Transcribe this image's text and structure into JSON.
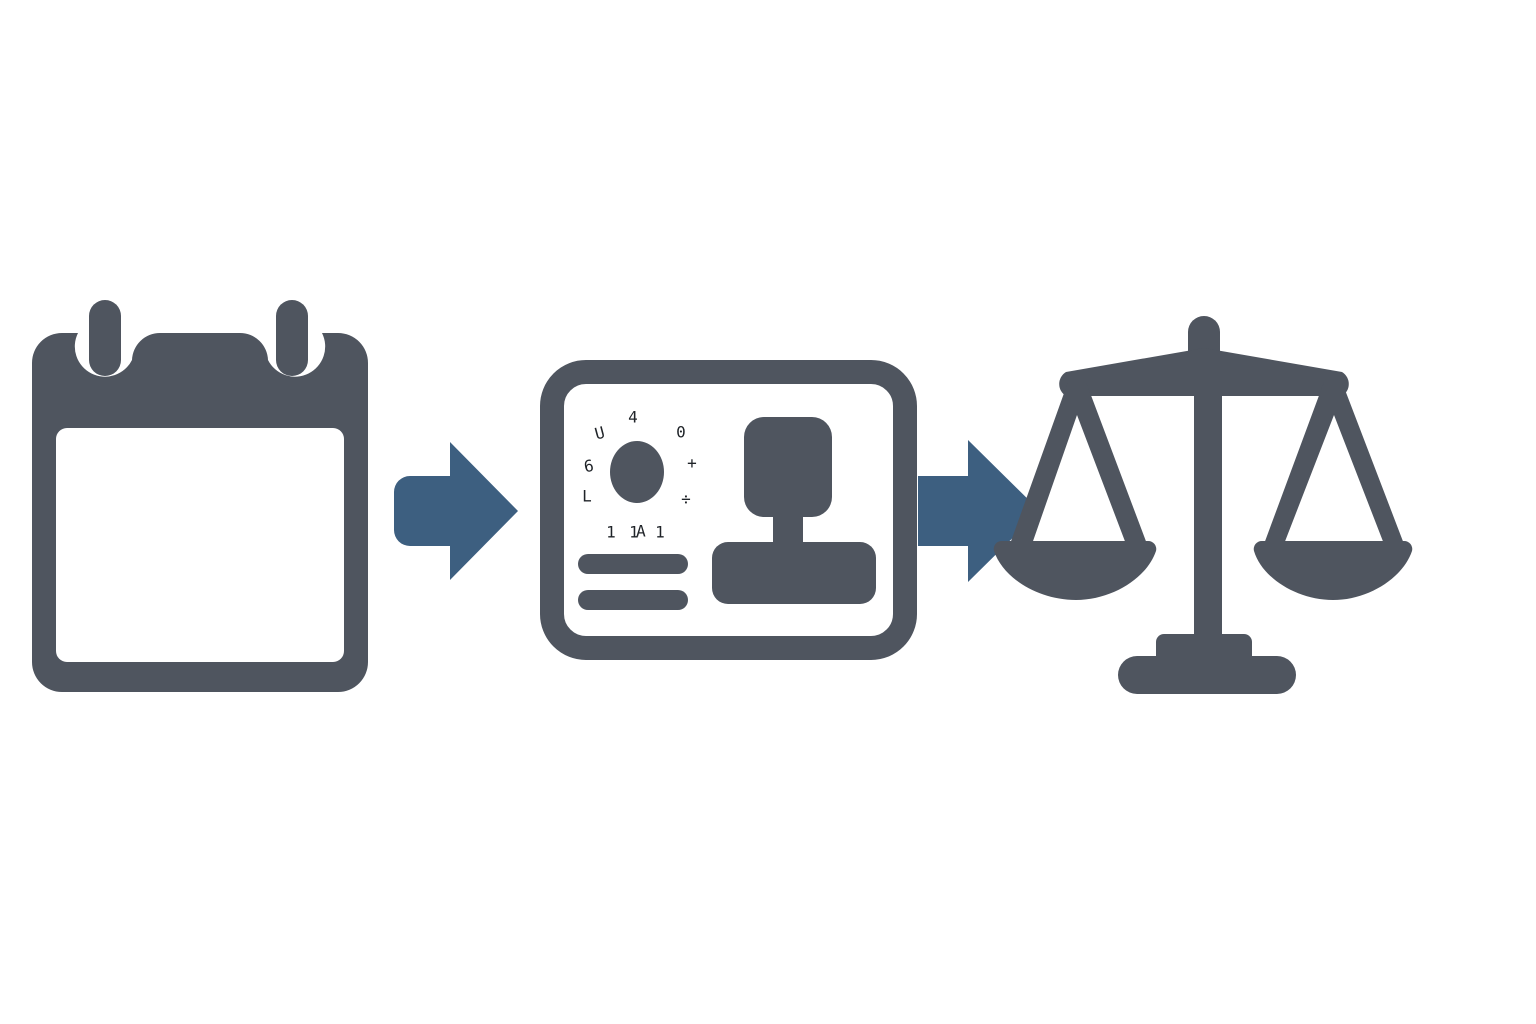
{
  "colors": {
    "icon": "#4f555f",
    "arrow": "#3d5f80",
    "background": "#ffffff",
    "sketch": "#1f2328"
  },
  "steps": [
    {
      "icon": "calendar-icon"
    },
    {
      "icon": "id-card-icon"
    },
    {
      "icon": "scales-of-justice-icon"
    }
  ],
  "connectors": [
    {
      "icon": "arrow-right-icon",
      "from": "calendar-icon",
      "to": "id-card-icon"
    },
    {
      "icon": "arrow-right-icon",
      "from": "id-card-icon",
      "to": "scales-of-justice-icon"
    }
  ],
  "card_glyphs": [
    "U",
    "4",
    "0",
    "6",
    "+",
    "L",
    "÷",
    "1",
    "1",
    "A",
    "1"
  ]
}
